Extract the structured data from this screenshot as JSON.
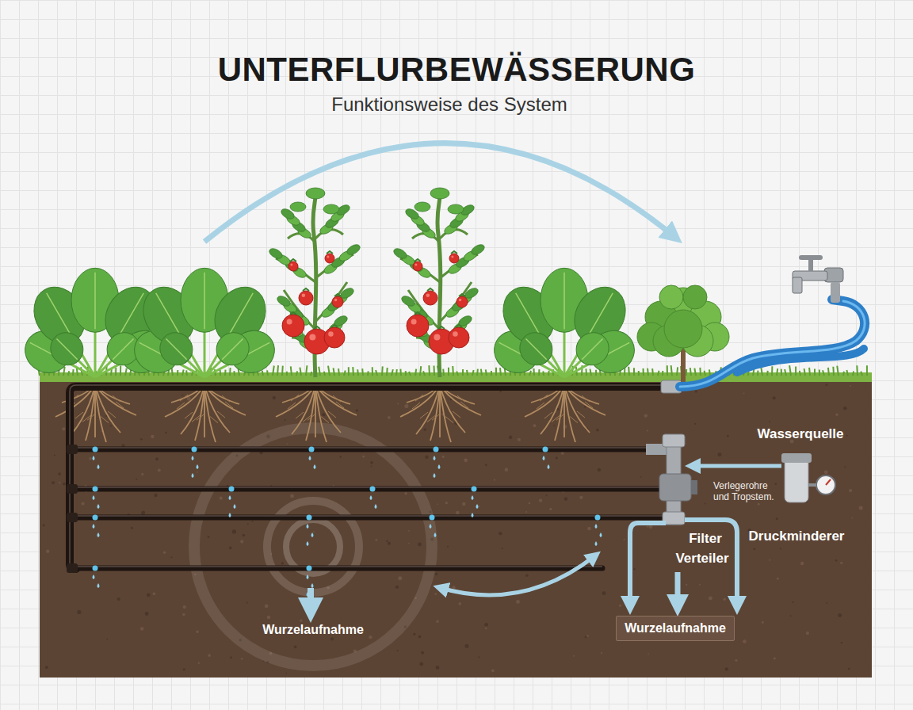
{
  "diagram": {
    "title": "UNTERFLURBEWÄSSERUNG",
    "nodes": [
      {
        "text": [
          "Wurzelaufnahme"
        ]
      }
    ],
    "labels": [
      "Funktionsweise des System",
      "Wasserquelle",
      "Verlegerohre und Tropstem.",
      "Druckminderer",
      "Filter",
      "Verteiler",
      "Wurzelaufnahme"
    ]
  }
}
